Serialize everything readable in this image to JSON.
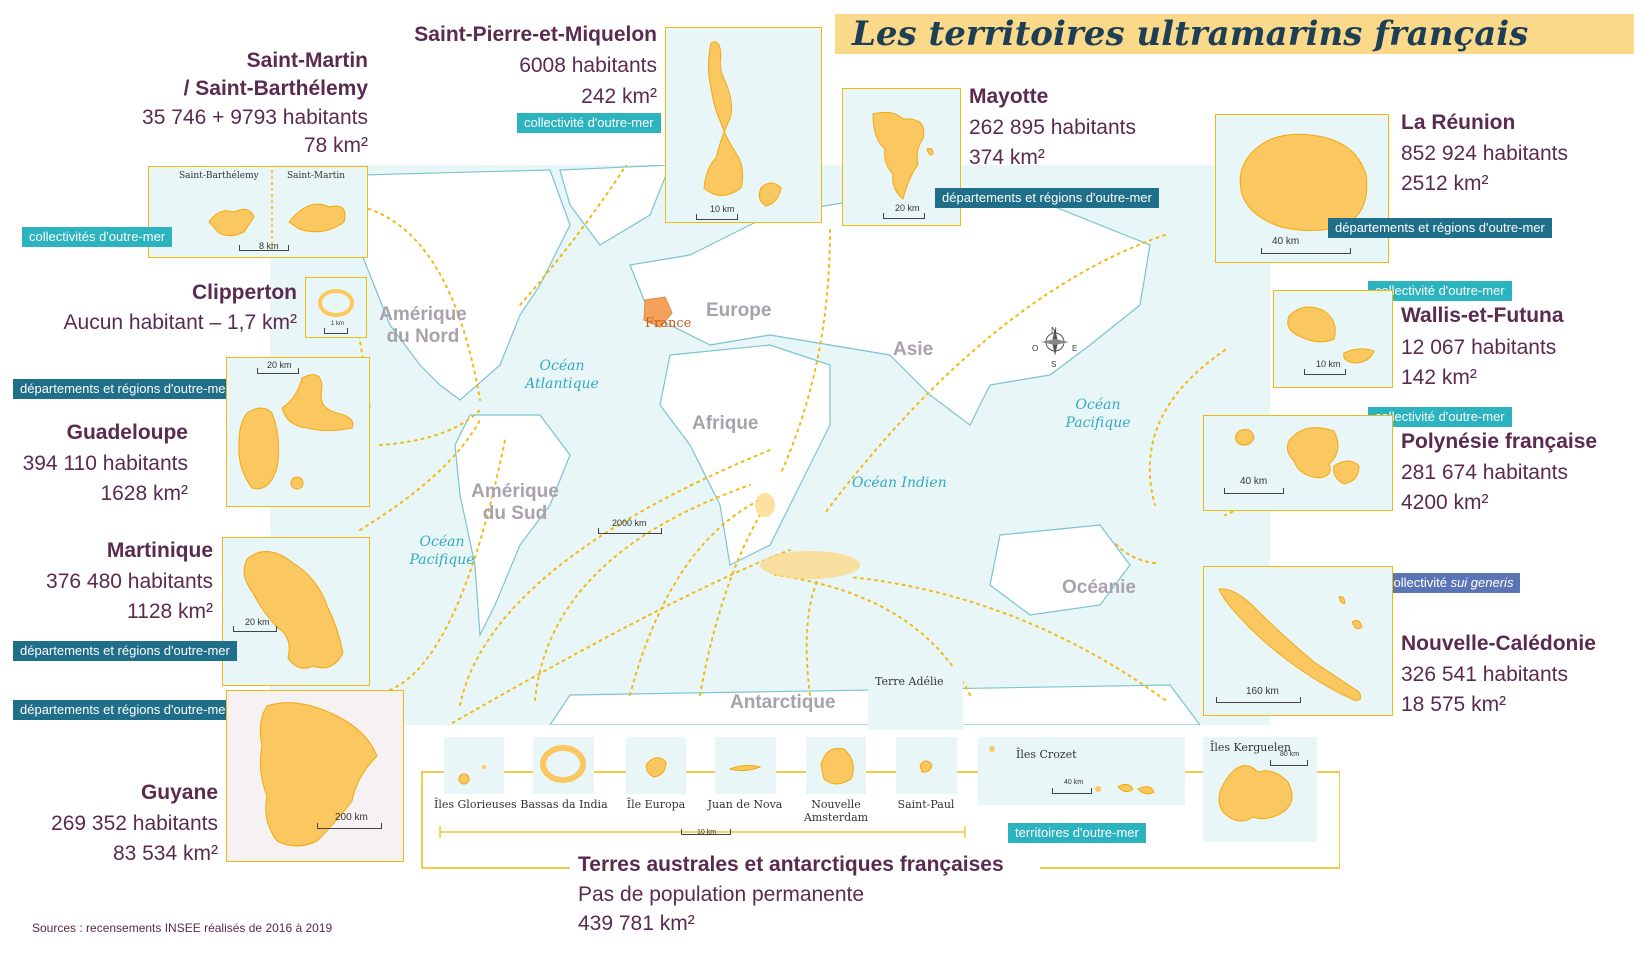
{
  "title": "Les territoires ultramarins français",
  "colors": {
    "territory": "#fbc760",
    "territory_stroke": "#f2a90f",
    "ocean": "#e8f6f8",
    "badge_dark": "#1f6f8b",
    "badge_teal": "#2bb3c0",
    "badge_blue": "#5b74b5",
    "text": "#5a2a4f",
    "france": "#f4a25b"
  },
  "map_labels": {
    "amerique_nord": "Amérique du Nord",
    "amerique_sud": "Amérique du Sud",
    "europe": "Europe",
    "france": "France",
    "afrique": "Afrique",
    "asie": "Asie",
    "oceanie": "Océanie",
    "antarctique": "Antarctique",
    "ocean_atlantique": "Océan Atlantique",
    "ocean_pacifique_e": "Océan Pacifique",
    "ocean_pacifique_w": "Océan Pacifique",
    "ocean_indien": "Océan Indien",
    "scale_world": "2000 km",
    "terre_adelie": "Terre Adélie"
  },
  "territories": {
    "saint_martin": {
      "name1": "Saint-Martin",
      "name2": "/ Saint-Barthélemy",
      "population": "35 746 + 9793 habitants",
      "area": "78 km²",
      "status": "collectivités d'outre-mer",
      "inset_left": "Saint-Barthélemy",
      "inset_right": "Saint-Martin",
      "scale": "8 km"
    },
    "spm": {
      "name": "Saint-Pierre-et-Miquelon",
      "population": "6008 habitants",
      "area": "242 km²",
      "status": "collectivité d'outre-mer",
      "scale": "10 km"
    },
    "mayotte": {
      "name": "Mayotte",
      "population": "262 895 habitants",
      "area": "374 km²",
      "status": "départements et régions d'outre-mer",
      "scale": "20 km"
    },
    "reunion": {
      "name": "La Réunion",
      "population": "852 924 habitants",
      "area": "2512 km²",
      "status": "départements et régions d'outre-mer",
      "scale": "40 km"
    },
    "clipperton": {
      "name": "Clipperton",
      "population": "Aucun habitant – 1,7 km²",
      "scale": "1 km"
    },
    "wallis": {
      "name": "Wallis-et-Futuna",
      "population": "12 067 habitants",
      "area": "142 km²",
      "status": "collectivité d'outre-mer",
      "scale": "10 km"
    },
    "guadeloupe": {
      "name": "Guadeloupe",
      "population": "394 110 habitants",
      "area": "1628 km²",
      "status": "départements et régions d'outre-mer",
      "scale": "20 km"
    },
    "polynesie": {
      "name": "Polynésie française",
      "population": "281 674 habitants",
      "area": "4200 km²",
      "status": "collectivité d'outre-mer",
      "scale": "40 km"
    },
    "martinique": {
      "name": "Martinique",
      "population": "376 480 habitants",
      "area": "1128 km²",
      "status": "départements et régions d'outre-mer",
      "scale": "20 km"
    },
    "nouvelle_caledonie": {
      "name": "Nouvelle-Calédonie",
      "population": "326 541 habitants",
      "area": "18 575 km²",
      "status_prefix": "collectivité ",
      "status_italic": "sui generis",
      "scale": "160 km"
    },
    "guyane": {
      "name": "Guyane",
      "population": "269 352 habitants",
      "area": "83 534 km²",
      "status": "départements et régions d'outre-mer",
      "scale": "200 km"
    },
    "taaf": {
      "name": "Terres australes et antarctiques françaises",
      "population": "Pas de population permanente",
      "area": "439 781 km²",
      "status": "territoires d'outre-mer",
      "scale_small": "10 km",
      "scale_crozet": "40 km",
      "scale_kerguelen": "80 km",
      "islands": [
        "Îles Glorieuses",
        "Bassas da India",
        "Île Europa",
        "Juan de Nova",
        "Nouvelle Amsterdam",
        "Saint-Paul"
      ],
      "crozet": "Îles Crozet",
      "kerguelen": "Îles Kerguelen"
    }
  },
  "compass": {
    "n": "N",
    "s": "S",
    "e": "E",
    "o": "O"
  },
  "source": "Sources : recensements INSEE réalisés de 2016 à 2019"
}
